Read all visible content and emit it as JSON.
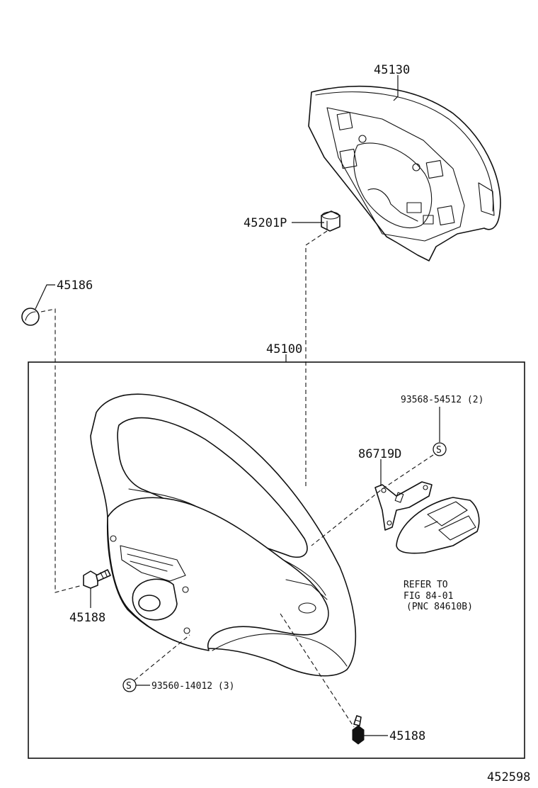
{
  "diagram_id": "452598",
  "labels": {
    "pad": "45130",
    "nut": "45201P",
    "cap": "45186",
    "wheel_assy": "45100",
    "screw_right": "93568-54512 (2)",
    "bracket": "86719D",
    "refer_line1": "REFER TO",
    "refer_line2": "FIG 84-01",
    "refer_line3": "(PNC 84610B)",
    "bolt_left": "45188",
    "screw_bottom": "93560-14012 (3)",
    "bolt_bottom": "45188",
    "s_mark_right": "S",
    "s_mark_bottom": "S"
  }
}
